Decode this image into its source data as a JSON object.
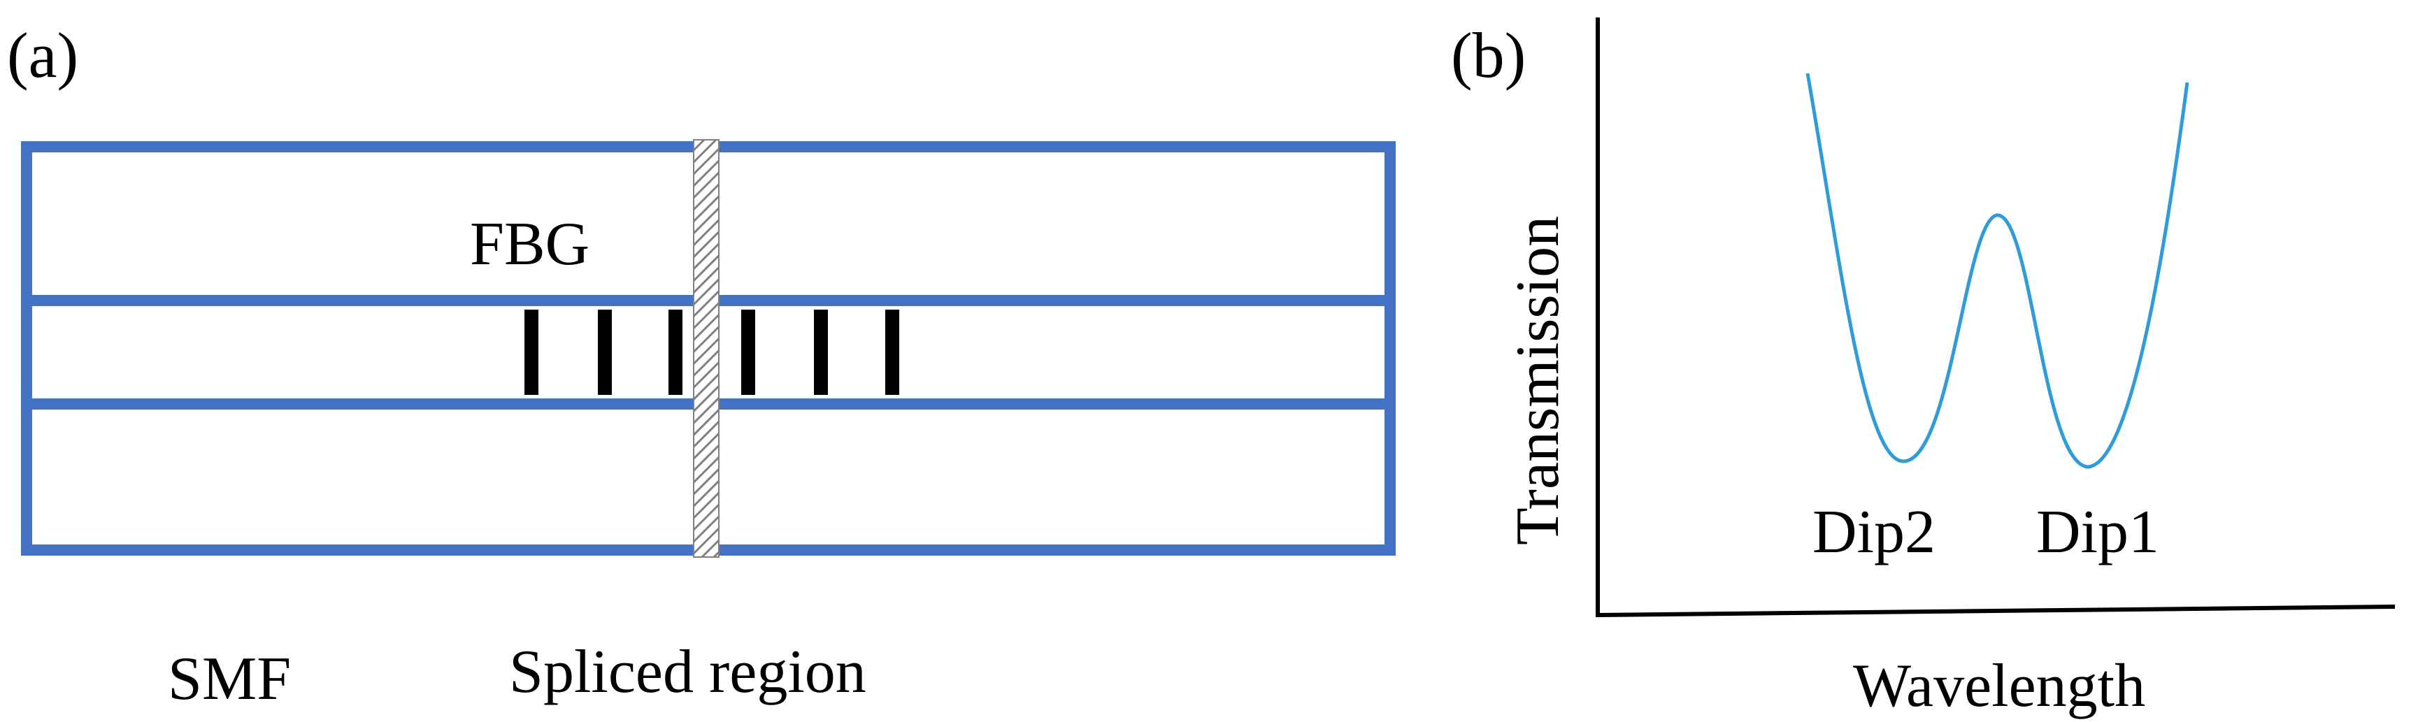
{
  "panel_a": {
    "label": "(a)",
    "fbg_label": "FBG",
    "smf_label": "SMF",
    "spliced_label": "Spliced region",
    "fiber_color": "#4472C4",
    "grating_color": "#000000",
    "splice_color": "#808080"
  },
  "panel_b": {
    "label": "(b)",
    "ylabel": "Transmission",
    "xlabel": "Wavelength",
    "dip2_label": "Dip2",
    "dip1_label": "Dip1",
    "curve_color": "#2F9BD8",
    "axis_color": "#000000"
  }
}
